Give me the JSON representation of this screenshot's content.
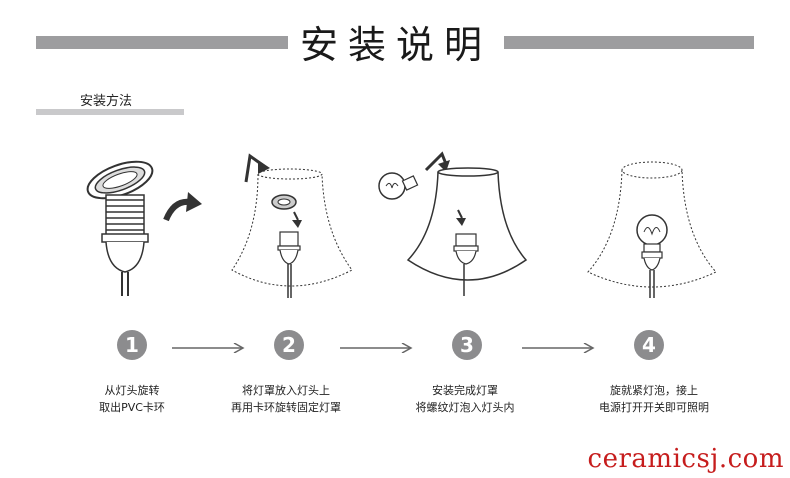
{
  "header": {
    "title": "安装说明"
  },
  "section": {
    "label": "安装方法"
  },
  "steps": [
    {
      "number": "1",
      "line1": "从灯头旋转",
      "line2": "取出PVC卡环"
    },
    {
      "number": "2",
      "line1": "将灯罩放入灯头上",
      "line2": "再用卡环旋转固定灯罩"
    },
    {
      "number": "3",
      "line1": "安装完成灯罩",
      "line2": "将螺纹灯泡入灯头内"
    },
    {
      "number": "4",
      "line1": "旋就紧灯泡，接上",
      "line2": "电源打开开关即可照明"
    }
  ],
  "watermark": "ceramicsj.com",
  "colors": {
    "accent_gray": "#9d9d9f",
    "circle_gray": "#8c8c8e",
    "watermark_red": "#c61d1d"
  }
}
